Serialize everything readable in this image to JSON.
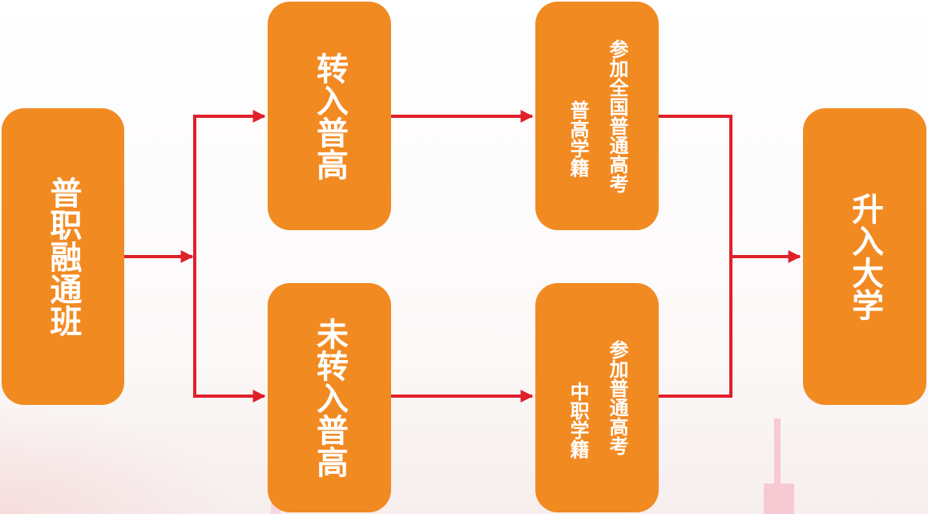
{
  "nodes": {
    "start": {
      "label": "普职融通班"
    },
    "transfer": {
      "label": "转入普高"
    },
    "no_transfer": {
      "label": "未转入普高"
    },
    "exam_national": {
      "line_main": "参加全国普通高考",
      "line_sub": "普高学籍"
    },
    "exam_vocational": {
      "line_main": "参加普通高考",
      "line_sub": "中职学籍"
    },
    "end": {
      "label": "升入大学"
    }
  },
  "colors": {
    "box_fill": "#f28a22",
    "box_text": "#ffffff",
    "connector": "#e0202a",
    "decoration": "#f7c9d3"
  }
}
